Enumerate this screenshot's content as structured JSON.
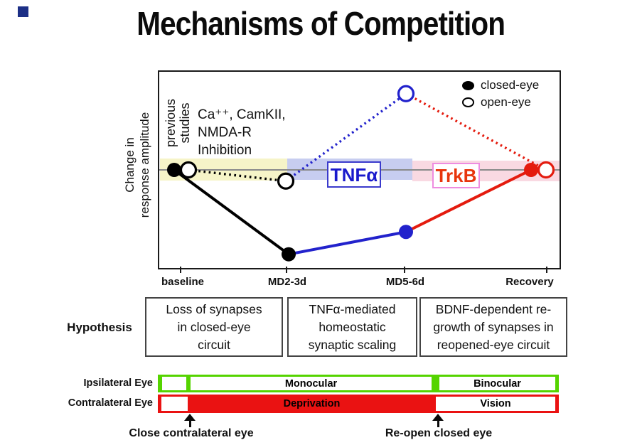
{
  "title": "Mechanisms of Competition",
  "chart_data": {
    "type": "line",
    "ylabel": "Change in\nresponse amplitude",
    "categories": [
      "baseline",
      "MD2-3d",
      "MD5-6d",
      "Recovery"
    ],
    "baseline_value": 0,
    "grid": false,
    "legend_position": "top-right",
    "legend": [
      {
        "label": "closed-eye",
        "marker": "filled-circle"
      },
      {
        "label": "open-eye",
        "marker": "open-circle"
      }
    ],
    "series": [
      {
        "name": "closed-eye",
        "marker": "filled-circle",
        "line_style": "solid",
        "values": [
          0,
          -0.83,
          -0.61,
          0
        ],
        "segment_colors": [
          "#000000",
          "#2222cc",
          "#e41b0e"
        ],
        "marker_colors": [
          "#000000",
          "#000000",
          "#2222cc",
          "#e41b0e"
        ]
      },
      {
        "name": "open-eye",
        "marker": "open-circle",
        "line_style": "dotted",
        "values": [
          0,
          -0.11,
          0.75,
          0
        ],
        "segment_colors": [
          "#000000",
          "#2222cc",
          "#e41b0e"
        ],
        "marker_colors": [
          "#000000",
          "#000000",
          "#2222cc",
          "#e41b0e"
        ]
      }
    ],
    "annotations": {
      "previous_studies": "previous\nstudies",
      "inhibition": "Ca⁺⁺, CamKII,\nNMDA-R\nInhibition",
      "tnfa": "TNFα",
      "trkb": "TrkB"
    },
    "bands": [
      {
        "name": "previous-studies-band",
        "color": "#f6f4c8",
        "span": [
          "baseline",
          "MD2-3d"
        ]
      },
      {
        "name": "tnfa-band",
        "color": "#c7cdf0",
        "span": [
          "MD2-3d",
          "MD5-6d"
        ]
      },
      {
        "name": "trkb-band",
        "color": "#f9d9e2",
        "span": [
          "MD5-6d",
          "Recovery"
        ]
      }
    ]
  },
  "hypothesis": {
    "label": "Hypothesis",
    "boxes": [
      "Loss of synapses\nin closed-eye\ncircuit",
      "TNFα-mediated\nhomeostatic\nsynaptic scaling",
      "BDNF-dependent re-\ngrowth of synapses in\nreopened-eye circuit"
    ]
  },
  "timeline": {
    "rows": [
      {
        "label": "Ipsilateral Eye",
        "color": "#55d400",
        "segments": [
          "",
          "Monocular",
          "Binocular"
        ]
      },
      {
        "label": "Contralateral Eye",
        "color": "#ea1212",
        "segments": [
          "",
          "Deprivation",
          "Vision"
        ]
      }
    ],
    "events": [
      "Close contralateral eye",
      "Re-open closed eye"
    ]
  },
  "colors": {
    "blue": "#2222cc",
    "red": "#e41b0e",
    "tnfa_text": "#1a1acc",
    "trkb_text": "#e8350c",
    "trkb_border": "#ee8ce0",
    "band_yellow": "#f6f4c8",
    "band_blue": "#c7cdf0",
    "band_pink": "#f9d9e2",
    "green_bar": "#55d400",
    "red_bar": "#ea1212"
  }
}
